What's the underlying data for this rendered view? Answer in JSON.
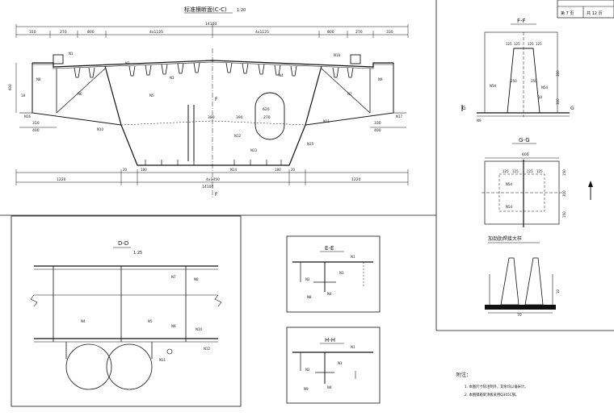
{
  "main_section": {
    "title": "标准横断面(C-C)",
    "scale": "1:20",
    "top_dims": [
      "310",
      "270",
      "800",
      "4x1125",
      "4x1125",
      "800",
      "270",
      "330"
    ],
    "overall_width": "14100",
    "bottom_dims": [
      "1220",
      "4x1050",
      "1220"
    ],
    "bottom_small": [
      "20",
      "180",
      "20",
      "180"
    ],
    "left_heights": [
      "600",
      "18"
    ],
    "left_dims": [
      "310",
      "400"
    ],
    "right_dims": [
      "330",
      "400"
    ],
    "center_dims": [
      "380",
      "390",
      "620",
      "270"
    ],
    "section_markers": {
      "F_top": "F",
      "F_bottom": "F"
    },
    "labels": [
      "N1",
      "N2",
      "N3",
      "N4",
      "N5",
      "N6",
      "N7",
      "N8",
      "N9",
      "N10",
      "N11",
      "N12",
      "N13",
      "N14",
      "N15",
      "N16",
      "N17",
      "N18"
    ]
  },
  "title_block": {
    "cell1": "第 7 页",
    "cell2": "共 12 页"
  },
  "ff_section": {
    "title": "F-F",
    "dims": [
      "125",
      "125",
      "125",
      "125",
      "250",
      "250",
      "300",
      "300",
      "10"
    ],
    "labels": [
      "N5d",
      "N5d",
      "N9"
    ],
    "markers": [
      "G",
      "G"
    ]
  },
  "gg_section": {
    "title": "G-G",
    "top_dim": "600",
    "dims": [
      "125",
      "125",
      "125",
      "125"
    ],
    "side_dims": [
      "150",
      "300",
      "150"
    ],
    "labels": [
      "N5d",
      "N5d"
    ]
  },
  "detail_title": "加劲肋焊接大样",
  "detail_dims": [
    "10",
    "70"
  ],
  "dd_section": {
    "title": "D-D",
    "scale": "1:25",
    "labels": [
      "N4",
      "N5",
      "N7",
      "N8",
      "N9",
      "N10",
      "N11",
      "N12"
    ]
  },
  "ee_section": {
    "title": "E-E",
    "labels": [
      "N1",
      "N2",
      "N3",
      "N4",
      "N8"
    ]
  },
  "hh_section": {
    "title": "H-H",
    "labels": [
      "N1",
      "N2",
      "N3",
      "N4",
      "N9"
    ]
  },
  "notes": {
    "heading": "附注：",
    "items": [
      "1. 本图尺寸除注明外，其余均以毫米计。",
      "2. 本图钢箱梁顶板采用Q345C钢。"
    ]
  }
}
